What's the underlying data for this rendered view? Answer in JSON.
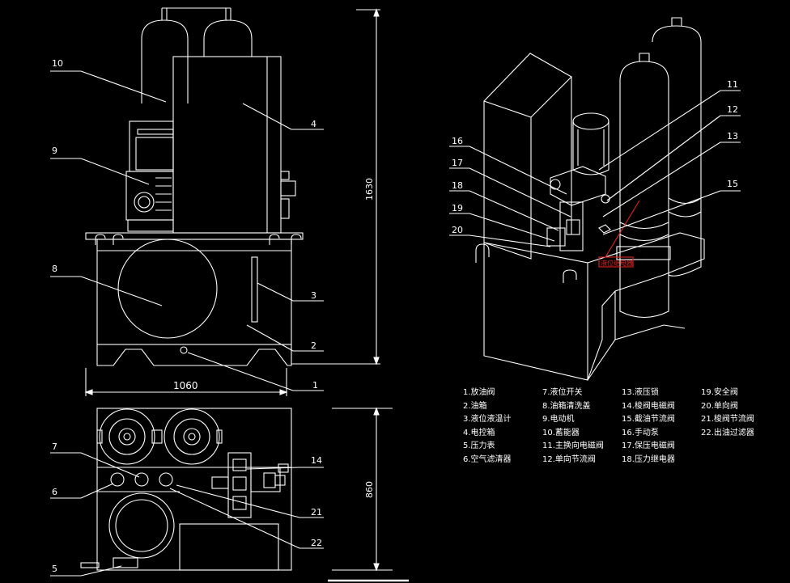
{
  "callouts_front": [
    "10",
    "9",
    "8",
    "4",
    "3",
    "2",
    "1"
  ],
  "callouts_plan": [
    "7",
    "6",
    "5",
    "14",
    "21",
    "22"
  ],
  "callouts_iso": [
    "16",
    "17",
    "18",
    "19",
    "20",
    "11",
    "12",
    "13",
    "15"
  ],
  "dimensions": {
    "width_front": "1060",
    "height_front": "1630",
    "depth_plan": "860"
  },
  "iso_tag": "液位继电器",
  "legend": {
    "col1": [
      "1.放油阀",
      "2.油箱",
      "3.液位液温计",
      "4.电控箱",
      "5.压力表",
      "6.空气滤清器"
    ],
    "col2": [
      "7.液位开关",
      "8.油箱清洗盖",
      "9.电动机",
      "10.蓄能器",
      "11.主换向电磁阀",
      "12.单向节流阀"
    ],
    "col3": [
      "13.液压锁",
      "14.梭阀电磁阀",
      "15.截油节流阀",
      "16.手动泵",
      "17.保压电磁阀",
      "18.压力继电器"
    ],
    "col4": [
      "19.安全阀",
      "20.单向阀",
      "21.梭阀节流阀",
      "22.出油过滤器"
    ]
  },
  "colors": {
    "background": "#000000",
    "lines": "#ffffff",
    "tag_red": "#e02020"
  }
}
